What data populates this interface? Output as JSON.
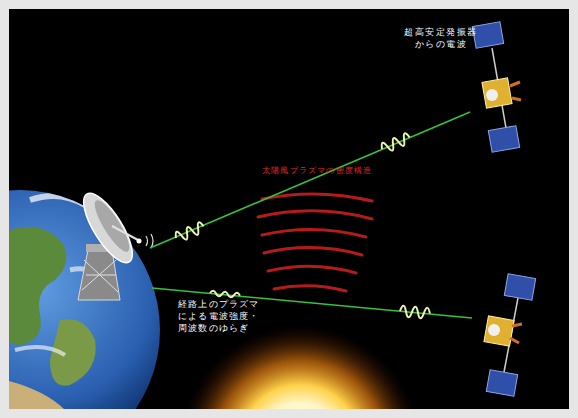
{
  "diagram": {
    "labels": [
      "超高安定発振器からの電波",
      "太陽風プラズマの密度構造",
      "経路上のプラズマによる電波強度・周波数のゆらぎ"
    ]
  }
}
